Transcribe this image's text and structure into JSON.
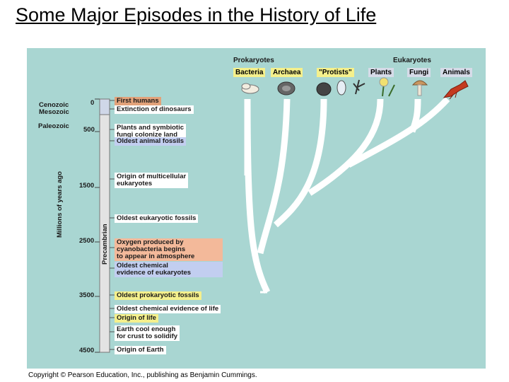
{
  "title": "Some Major Episodes in the History of Life",
  "domains": {
    "prokaryotes": "Prokaryotes",
    "eukaryotes": "Eukaryotes",
    "bacteria": "Bacteria",
    "archaea": "Archaea",
    "protists": "\"Protists\"",
    "plants": "Plants",
    "fungi": "Fungi",
    "animals": "Animals"
  },
  "eras": {
    "cenozoic": "Cenozoic",
    "mesozoic": "Mesozoic",
    "paleozoic": "Paleozoic",
    "precambrian": "Precambrian"
  },
  "axis": {
    "label": "Millions of years ago",
    "ticks": [
      "0",
      "500",
      "1500",
      "2500",
      "3500",
      "4500"
    ]
  },
  "events": {
    "first_humans": "First humans",
    "dinosaurs": "Extinction of dinosaurs",
    "plants_fungi_1": "Plants and symbiotic",
    "plants_fungi_2": "fungi colonize land",
    "oldest_animal": "Oldest animal fossils",
    "multicellular_1": "Origin of multicellular",
    "multicellular_2": "eukaryotes",
    "oldest_eukaryotic": "Oldest eukaryotic fossils",
    "oxygen_1": "Oxygen produced by",
    "oxygen_2": "cyanobacteria begins",
    "oxygen_3": "to appear in atmosphere",
    "chem_euk_1": "Oldest chemical",
    "chem_euk_2": "evidence of eukaryotes",
    "oldest_prokaryotic": "Oldest prokaryotic fossils",
    "chem_life": "Oldest chemical evidence of life",
    "origin_life": "Origin of life",
    "crust_1": "Earth cool enough",
    "crust_2": "for crust to solidify",
    "origin_earth": "Origin of Earth"
  },
  "colors": {
    "panel": "#a9d6d2",
    "humans_box": "#e2a27a",
    "oxygen_box": "#f3b99a",
    "highlight_box": "#f5f08c",
    "blue_box": "#c2cef0",
    "timeline_bar": "#e3e3e3"
  },
  "icons": [
    "bacteria-icon",
    "archaea-icon",
    "protist-icon",
    "plant-icon",
    "fungus-icon",
    "animal-icon"
  ],
  "copyright": "Copyright © Pearson Education, Inc., publishing as Benjamin Cummings."
}
